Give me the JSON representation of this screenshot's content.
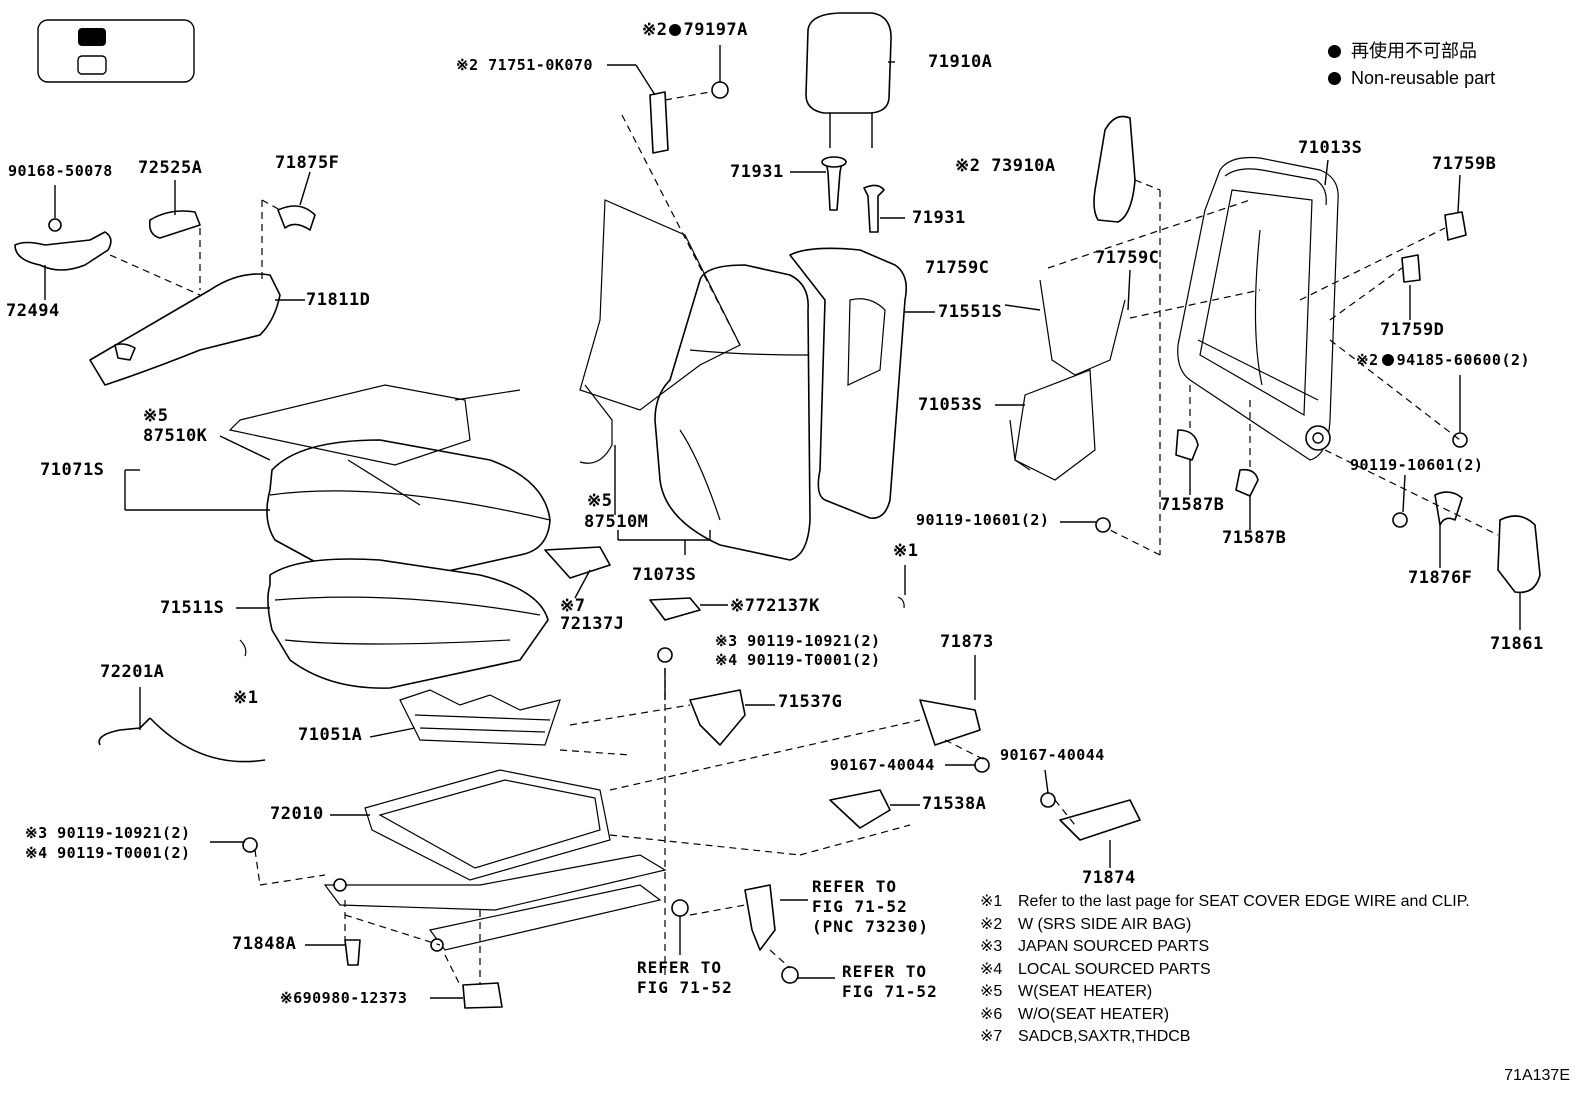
{
  "legend": {
    "jp": "再使用不可部品",
    "en": "Non-reusable part"
  },
  "parts": [
    "79197A",
    "71751-0K070",
    "71910A",
    "71931",
    "71931",
    "90168-50078",
    "72525A",
    "71875F",
    "72494",
    "71811D",
    "87510K",
    "71071S",
    "71511S",
    "72201A",
    "87510M",
    "71073S",
    "72137J",
    "72137K",
    "73910A",
    "71759C",
    "71759C",
    "71551S",
    "71053S",
    "71013S",
    "71759B",
    "71759D",
    "94185-60600(2)",
    "90119-10601(2)",
    "71587B",
    "71587B",
    "90119-10601(2)",
    "71876F",
    "71861",
    "90119-10921(2)",
    "90119-T0001(2)",
    "71537G",
    "71051A",
    "71873",
    "90167-40044",
    "90167-40044",
    "71538A",
    "72010",
    "90119-10921(2)",
    "90119-T0001(2)",
    "71874",
    "71848A",
    "90980-12373"
  ],
  "marks": {
    "m1": "※1",
    "m2": "※2",
    "m3": "※3",
    "m4": "※4",
    "m5": "※5",
    "m6": "※6",
    "m7": "※7"
  },
  "refs": [
    {
      "line1": "REFER TO",
      "line2": "FIG 71-52",
      "line3": "(PNC 73230)"
    },
    {
      "line1": "REFER TO",
      "line2": "FIG 71-52"
    },
    {
      "line1": "REFER TO",
      "line2": "FIG 71-52"
    }
  ],
  "notes": [
    {
      "key": "※1",
      "text": "Refer to the last page for SEAT COVER EDGE WIRE and CLIP."
    },
    {
      "key": "※2",
      "text": "W (SRS SIDE AIR BAG)"
    },
    {
      "key": "※3",
      "text": "JAPAN SOURCED PARTS"
    },
    {
      "key": "※4",
      "text": "LOCAL SOURCED PARTS"
    },
    {
      "key": "※5",
      "text": "W(SEAT HEATER)"
    },
    {
      "key": "※6",
      "text": "W/O(SEAT HEATER)"
    },
    {
      "key": "※7",
      "text": "SADCB,SAXTR,THDCB"
    }
  ],
  "figure_code": "71A137E"
}
